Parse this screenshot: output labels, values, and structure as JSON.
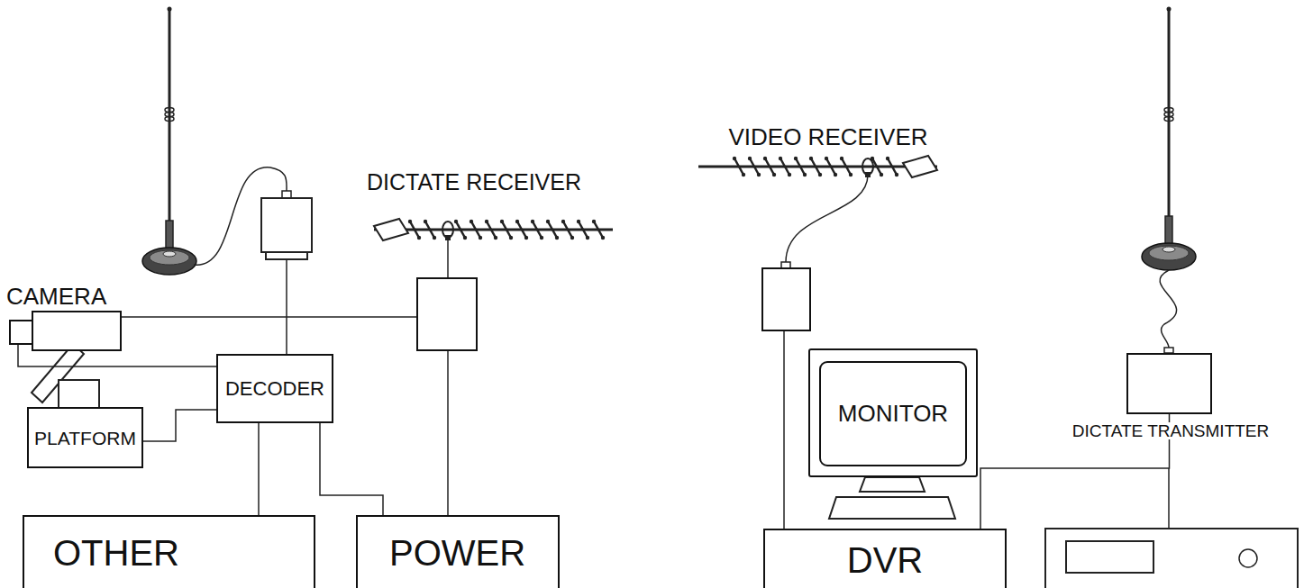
{
  "diagram": {
    "nodes": [
      {
        "text": [
          "CAMERA"
        ]
      },
      {
        "text": [
          "DECODER"
        ]
      },
      {
        "text": [
          "PLATFORM"
        ]
      },
      {
        "text": [
          "OTHER"
        ]
      },
      {
        "text": [
          "POWER"
        ]
      },
      {
        "text": [
          "DICTATE RECEIVER"
        ]
      },
      {
        "text": [
          "VIDEO RECEIVER"
        ]
      },
      {
        "text": [
          "MONITOR"
        ]
      },
      {
        "text": [
          "DVR"
        ]
      },
      {
        "text": [
          "DICTATE TRANSMITTER"
        ]
      }
    ],
    "edges": [
      {
        "from": 0,
        "to": 5,
        "arrow": "none"
      },
      {
        "from": 0,
        "to": 1,
        "arrow": "none"
      },
      {
        "from": 2,
        "to": 1,
        "arrow": "none"
      },
      {
        "from": 1,
        "to": 3,
        "arrow": "none"
      },
      {
        "from": 1,
        "to": 4,
        "arrow": "none"
      },
      {
        "from": 5,
        "to": 4,
        "arrow": "none"
      },
      {
        "from": 6,
        "to": 8,
        "arrow": "none"
      },
      {
        "from": 8,
        "to": 9,
        "arrow": "none"
      }
    ]
  }
}
